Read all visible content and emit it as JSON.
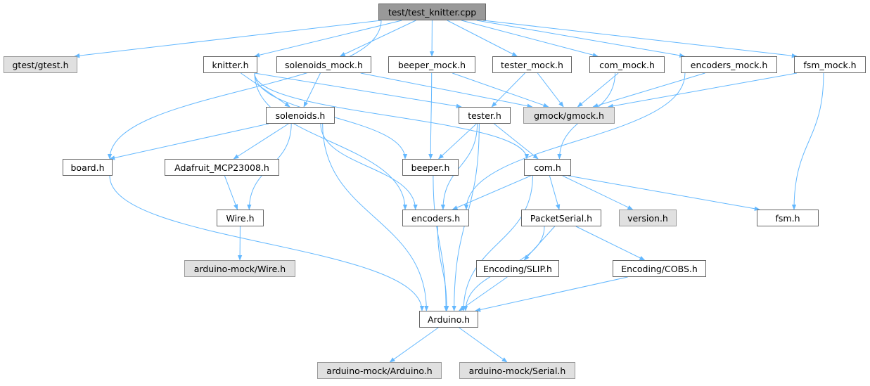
{
  "graph": {
    "title": "test/test_knitter.cpp",
    "nodes": [
      {
        "id": "root",
        "label": "test/test_knitter.cpp",
        "kind": "root"
      },
      {
        "id": "gtest",
        "label": "gtest/gtest.h",
        "kind": "ext"
      },
      {
        "id": "knitter",
        "label": "knitter.h",
        "kind": "file"
      },
      {
        "id": "solmock",
        "label": "solenoids_mock.h",
        "kind": "file"
      },
      {
        "id": "beepmock",
        "label": "beeper_mock.h",
        "kind": "file"
      },
      {
        "id": "testmock",
        "label": "tester_mock.h",
        "kind": "file"
      },
      {
        "id": "commock",
        "label": "com_mock.h",
        "kind": "file"
      },
      {
        "id": "encmock",
        "label": "encoders_mock.h",
        "kind": "file"
      },
      {
        "id": "fsmmock",
        "label": "fsm_mock.h",
        "kind": "file"
      },
      {
        "id": "sol",
        "label": "solenoids.h",
        "kind": "file"
      },
      {
        "id": "tester",
        "label": "tester.h",
        "kind": "file"
      },
      {
        "id": "gmock",
        "label": "gmock/gmock.h",
        "kind": "ext"
      },
      {
        "id": "board",
        "label": "board.h",
        "kind": "file"
      },
      {
        "id": "mcp",
        "label": "Adafruit_MCP23008.h",
        "kind": "file"
      },
      {
        "id": "beeper",
        "label": "beeper.h",
        "kind": "file"
      },
      {
        "id": "com",
        "label": "com.h",
        "kind": "file"
      },
      {
        "id": "wire",
        "label": "Wire.h",
        "kind": "file"
      },
      {
        "id": "enc",
        "label": "encoders.h",
        "kind": "file"
      },
      {
        "id": "ps",
        "label": "PacketSerial.h",
        "kind": "file"
      },
      {
        "id": "version",
        "label": "version.h",
        "kind": "ext"
      },
      {
        "id": "fsm",
        "label": "fsm.h",
        "kind": "file"
      },
      {
        "id": "amwire",
        "label": "arduino-mock/Wire.h",
        "kind": "ext"
      },
      {
        "id": "slip",
        "label": "Encoding/SLIP.h",
        "kind": "file"
      },
      {
        "id": "cobs",
        "label": "Encoding/COBS.h",
        "kind": "file"
      },
      {
        "id": "arduino",
        "label": "Arduino.h",
        "kind": "file"
      },
      {
        "id": "amarduino",
        "label": "arduino-mock/Arduino.h",
        "kind": "ext"
      },
      {
        "id": "amserial",
        "label": "arduino-mock/Serial.h",
        "kind": "ext"
      }
    ],
    "edges": [
      [
        "root",
        "gtest"
      ],
      [
        "root",
        "knitter"
      ],
      [
        "root",
        "solmock"
      ],
      [
        "root",
        "beepmock"
      ],
      [
        "root",
        "testmock"
      ],
      [
        "root",
        "commock"
      ],
      [
        "root",
        "encmock"
      ],
      [
        "root",
        "fsmmock"
      ],
      [
        "root",
        "board"
      ],
      [
        "knitter",
        "sol"
      ],
      [
        "knitter",
        "tester"
      ],
      [
        "knitter",
        "beeper"
      ],
      [
        "knitter",
        "com"
      ],
      [
        "knitter",
        "enc"
      ],
      [
        "solmock",
        "sol"
      ],
      [
        "solmock",
        "gmock"
      ],
      [
        "beepmock",
        "beeper"
      ],
      [
        "beepmock",
        "gmock"
      ],
      [
        "testmock",
        "tester"
      ],
      [
        "testmock",
        "gmock"
      ],
      [
        "commock",
        "gmock"
      ],
      [
        "commock",
        "com"
      ],
      [
        "encmock",
        "gmock"
      ],
      [
        "encmock",
        "enc"
      ],
      [
        "fsmmock",
        "gmock"
      ],
      [
        "fsmmock",
        "fsm"
      ],
      [
        "sol",
        "board"
      ],
      [
        "sol",
        "mcp"
      ],
      [
        "sol",
        "wire"
      ],
      [
        "sol",
        "arduino"
      ],
      [
        "sol",
        "enc"
      ],
      [
        "tester",
        "beeper"
      ],
      [
        "tester",
        "enc"
      ],
      [
        "tester",
        "com"
      ],
      [
        "tester",
        "arduino"
      ],
      [
        "board",
        "arduino"
      ],
      [
        "mcp",
        "wire"
      ],
      [
        "beeper",
        "arduino"
      ],
      [
        "com",
        "enc"
      ],
      [
        "com",
        "arduino"
      ],
      [
        "com",
        "ps"
      ],
      [
        "com",
        "version"
      ],
      [
        "com",
        "fsm"
      ],
      [
        "wire",
        "amwire"
      ],
      [
        "enc",
        "arduino"
      ],
      [
        "ps",
        "slip"
      ],
      [
        "ps",
        "cobs"
      ],
      [
        "ps",
        "arduino"
      ],
      [
        "slip",
        "arduino"
      ],
      [
        "cobs",
        "arduino"
      ],
      [
        "arduino",
        "amarduino"
      ],
      [
        "arduino",
        "amserial"
      ]
    ],
    "colors": {
      "edge": "#63b8ff",
      "root": "#999999",
      "external": "#e0e0e0"
    }
  }
}
